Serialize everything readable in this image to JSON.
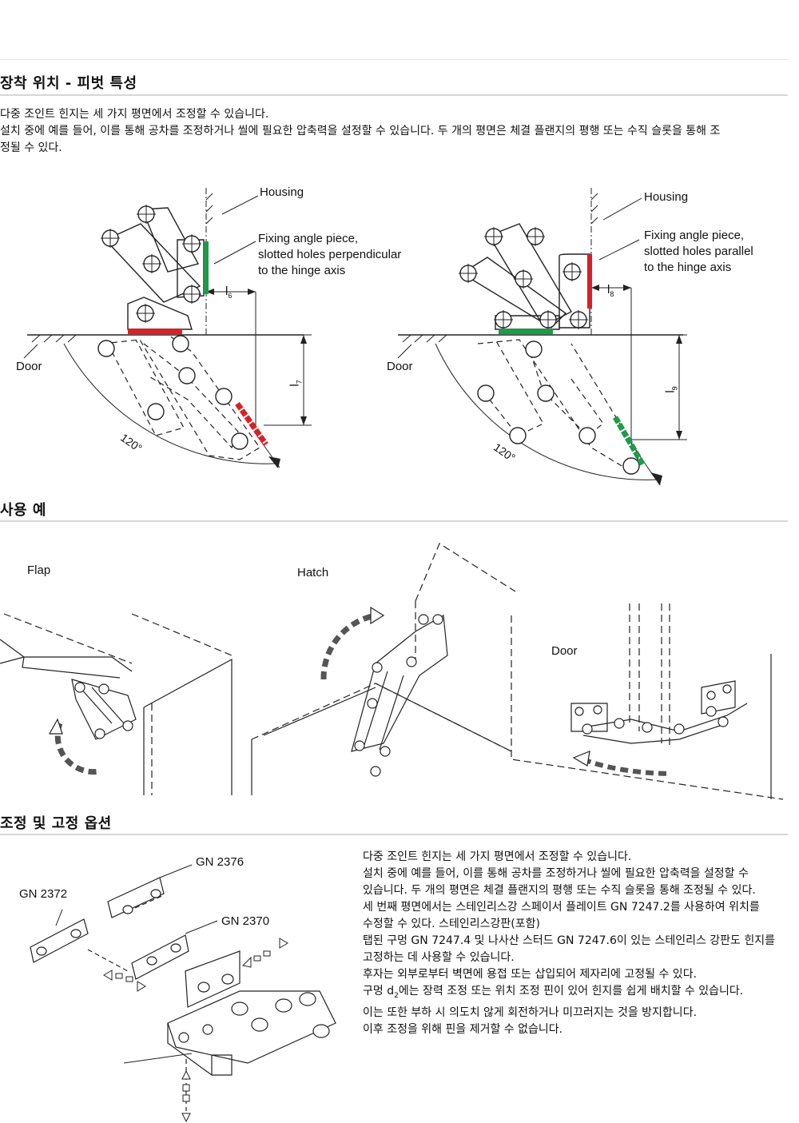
{
  "sections": {
    "pivot": {
      "title": "장착 위치 - 피벗 특성",
      "lines": [
        "다중 조인트 힌지는 세 가지 평면에서 조정할 수 있습니다.",
        "설치 중에 예를 들어, 이를 통해 공차를 조정하거나 씰에 필요한 압축력을 설정할 수 있습니다. 두 개의 평면은 체결 플랜지의 평행 또는 수직 슬롯을 통해 조",
        "정될 수 있다."
      ]
    },
    "usage": {
      "title": "사용 예"
    },
    "adjust": {
      "title": "조정 및 고정 옵션",
      "lines": [
        "다중 조인트 힌지는 세 가지 평면에서 조정할 수 있습니다.",
        "설치 중에 예를 들어, 이를 통해 공차를 조정하거나 씰에 필요한 압축력을 설정할 수",
        "있습니다. 두 개의 평면은 체결 플랜지의 평행 또는 수직 슬롯을 통해 조정될 수 있다.",
        "세 번째 평면에서는 스테인리스강 스페이서 플레이트 GN 7247.2를 사용하여 위치를",
        "수정할 수 있다. 스테인리스강판(포함)",
        "탭된 구멍 GN 7247.4 및 나사산 스터드 GN 7247.6이 있는 스테인리스 강판도 힌지를",
        "고정하는 데 사용할 수 있습니다.",
        "후자는 외부로부터 벽면에 용접 또는 삽입되어 제자리에 고정될 수 있다."
      ],
      "line_d2_pre": "구멍 d",
      "line_d2_sub": "2",
      "line_d2_post": "에는 장력 조정 또는 위치 조정 핀이 있어 힌지를 쉽게 배치할 수 있습니다.",
      "lines2": [
        "이는 또한 부하 시 의도치 않게 회전하거나 미끄러지는 것을 방지합니다.",
        "이후 조정을 위해 핀을 제거할 수 없습니다."
      ]
    }
  },
  "diagram_left": {
    "housing": "Housing",
    "fixing": [
      "Fixing angle piece,",
      "slotted holes perpendicular",
      "to the hinge axis"
    ],
    "door": "Door",
    "dim_a": "l",
    "dim_a_sub": "6",
    "dim_b": "l",
    "dim_b_sub": "7",
    "angle": "120°"
  },
  "diagram_right": {
    "housing": "Housing",
    "fixing": [
      "Fixing angle piece,",
      "slotted holes parallel",
      "to the hinge axis"
    ],
    "door": "Door",
    "dim_a": "l",
    "dim_a_sub": "8",
    "dim_b": "l",
    "dim_b_sub": "9",
    "angle": "120°"
  },
  "usage_labels": {
    "flap": "Flap",
    "hatch": "Hatch",
    "door": "Door"
  },
  "parts": {
    "p1": "GN 2372",
    "p2": "GN 2376",
    "p3": "GN 2370"
  },
  "colors": {
    "red": "#d92027",
    "green": "#1f9a48"
  }
}
